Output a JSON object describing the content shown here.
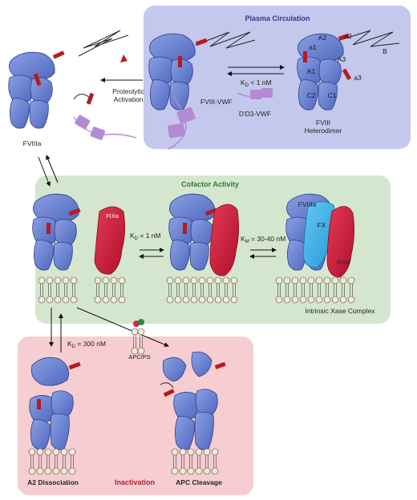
{
  "panels": {
    "plasma": {
      "title": "Plasma Circulation",
      "color": "#c3c8ec",
      "title_color": "#2d3a8c"
    },
    "cofactor": {
      "title": "Cofactor Activity",
      "color": "#d5e6cf",
      "title_color": "#2d7a2d"
    },
    "inactivation": {
      "title": "Inactivation",
      "color": "#f6cdd0",
      "title_color": "#b0202e"
    }
  },
  "labels": {
    "fviiia_top": "FVIIIa",
    "proteolytic_1": "Proteolytic",
    "proteolytic_2": "Activation",
    "fviii_vwf": "FVIII-VWF",
    "kd_vwf": "K",
    "kd_vwf_sub": "D",
    "kd_vwf_val": " < 1 nM",
    "d3_vwf": "D'D3-VWF",
    "fviii_1": "FVIII",
    "fviii_2": "Heterodimer",
    "dom_a1": "A1",
    "dom_a2": "A2",
    "dom_a3": "A3",
    "dom_c1": "C1",
    "dom_c2": "C2",
    "dom_a1_small": "a1",
    "dom_a2_small": "a2",
    "dom_a3_small": "a3",
    "dom_b": "B",
    "fixa_left": "FIXa",
    "kd_fixa": "K",
    "kd_fixa_sub": "D",
    "kd_fixa_val": " = 1 nM",
    "km": "K",
    "km_sub": "M",
    "km_val": " = 30-40 nM",
    "fviiia_xase": "FVIIIa",
    "fx": "FX",
    "fixa_right": "FIXa",
    "xase": "Intrinsic Xase Complex",
    "kd_a2": "K",
    "kd_a2_sub": "D",
    "kd_a2_val": " = 300 nM",
    "apc_ps": "APC/PS",
    "a2_dissociation": "A2 Dissociation",
    "apc_cleavage": "APC Cleavage"
  },
  "colors": {
    "fviii": "#6f86d4",
    "fviii_dark": "#2f3f8e",
    "fixa": "#cf1e3e",
    "fx": "#3fb2e8",
    "vwf": "#b38ad3",
    "red_peptide": "#b81a22"
  }
}
